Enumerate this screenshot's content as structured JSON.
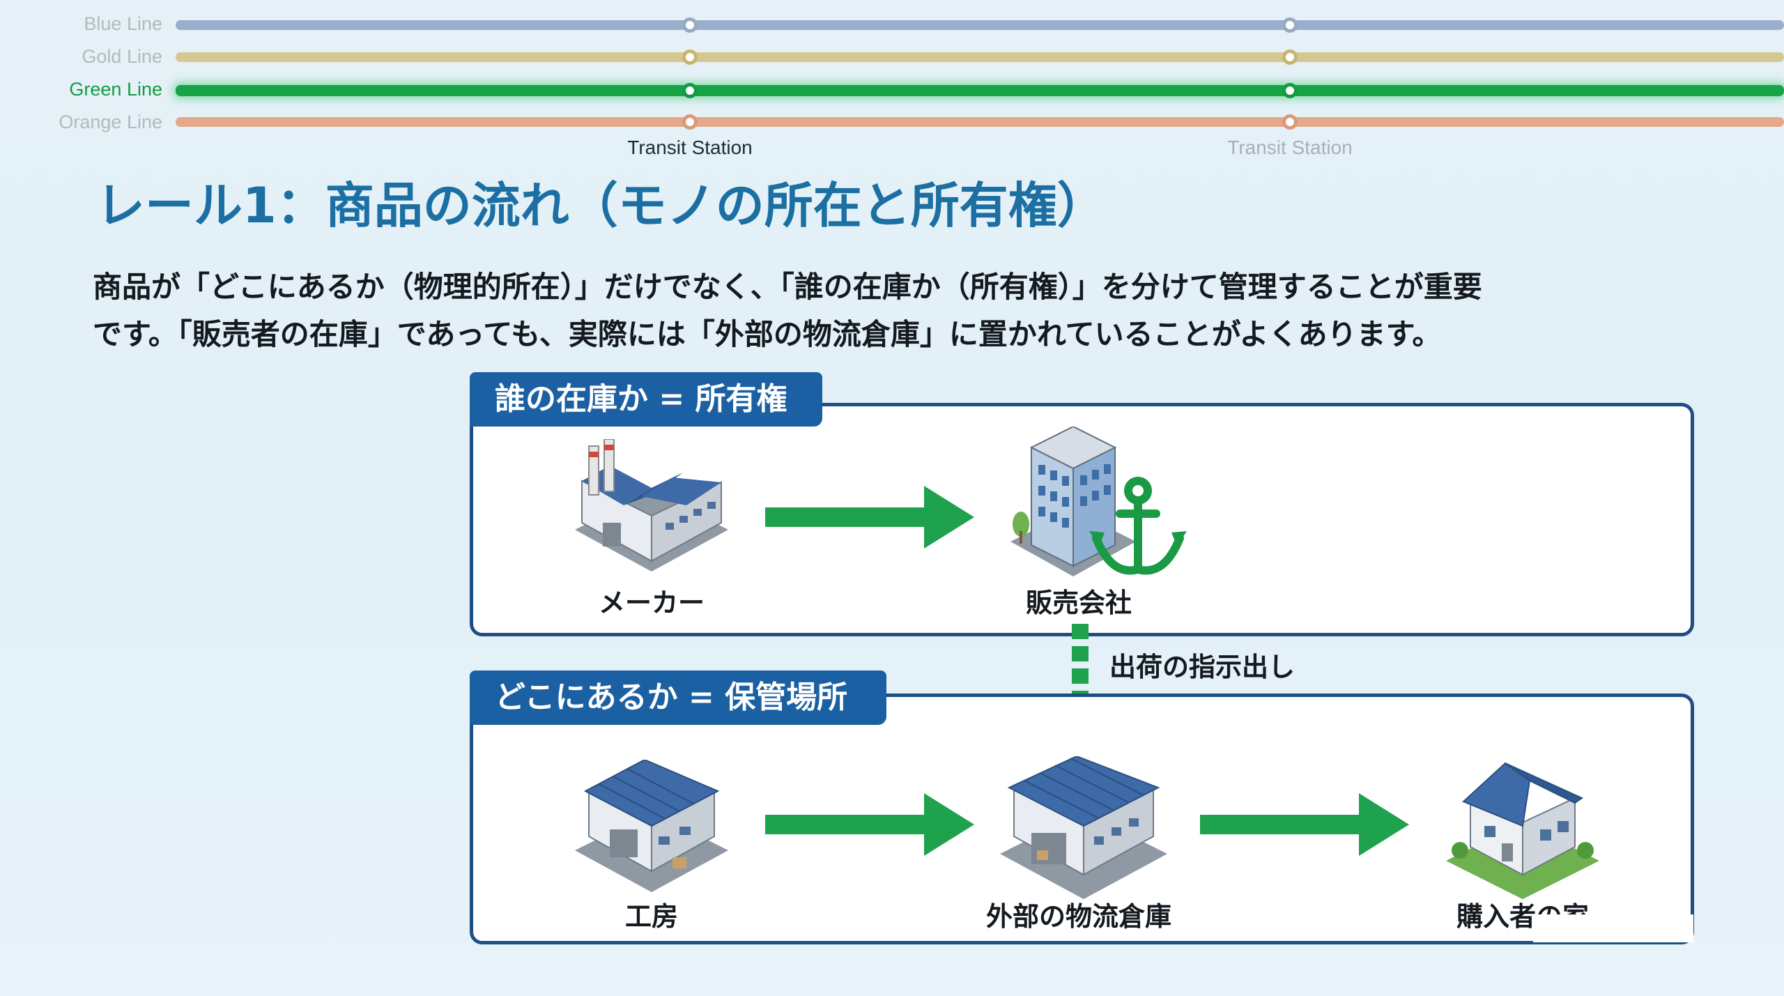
{
  "rail_map": {
    "lines": [
      {
        "name": "Blue Line",
        "color": "#9aaecd",
        "active": false
      },
      {
        "name": "Gold Line",
        "color": "#d5c792",
        "active": false
      },
      {
        "name": "Green Line",
        "color": "#17a447",
        "active": true
      },
      {
        "name": "Orange Line",
        "color": "#e4a98b",
        "active": false
      }
    ],
    "stations": [
      {
        "name": "Transit Station",
        "current": true
      },
      {
        "name": "Transit Station",
        "current": false
      }
    ]
  },
  "heading": "レール1：商品の流れ（モノの所在と所有権）",
  "paragraph": {
    "line1": "商品が「どこにあるか（物理的所在）」だけでなく、「誰の在庫か（所有権）」を分けて管理することが重要",
    "line2": "です。「販売者の在庫」であっても、実際には「外部の物流倉庫」に置かれていることがよくあります。"
  },
  "ownership_panel": {
    "tab": "誰の在庫か = 所有権",
    "nodes": [
      {
        "label": "メーカー",
        "icon": "factory-icon"
      },
      {
        "label": "販売会社",
        "icon": "office-building-anchor-icon"
      }
    ]
  },
  "shipping_instruction": "出荷の指示出し",
  "location_panel": {
    "tab": "どこにあるか = 保管場所",
    "nodes": [
      {
        "label": "工房",
        "icon": "workshop-icon"
      },
      {
        "label": "外部の物流倉庫",
        "icon": "warehouse-icon"
      },
      {
        "label": "購入者の家",
        "icon": "house-icon"
      }
    ]
  },
  "colors": {
    "heading": "#1b6fa2",
    "tab": "#1b60a3",
    "panel_border": "#1e4f84",
    "arrow": "#1fa24e"
  }
}
